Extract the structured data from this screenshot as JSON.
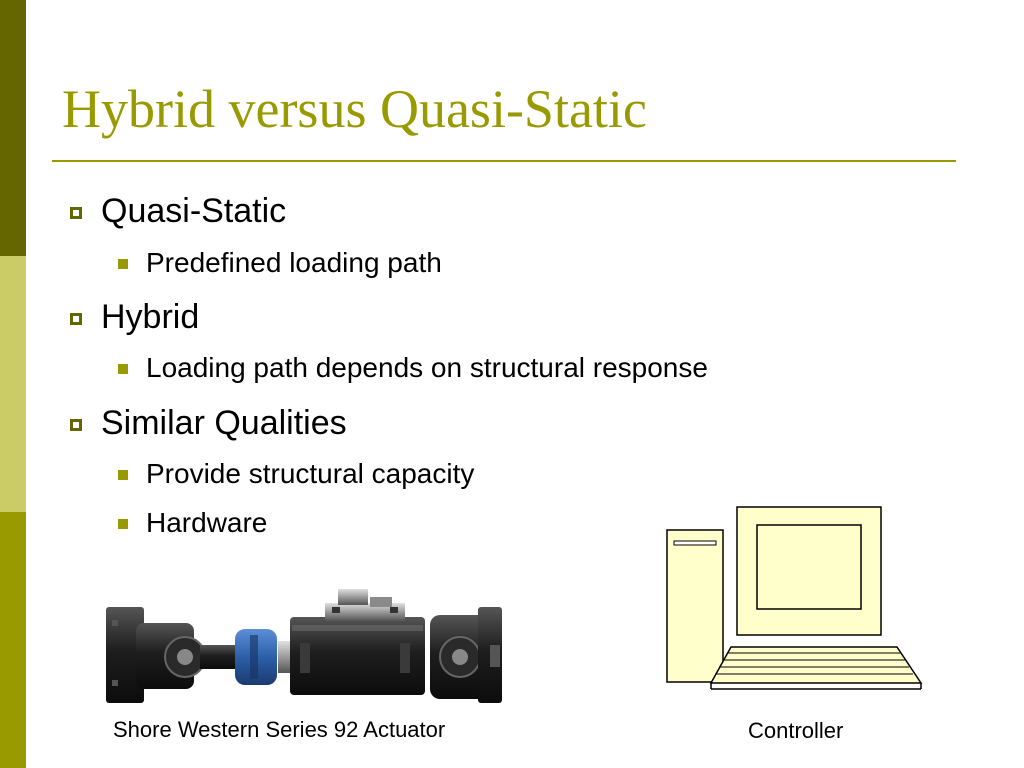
{
  "slide": {
    "title": "Hybrid versus Quasi-Static",
    "bullets": [
      {
        "text": "Quasi-Static",
        "subs": [
          "Predefined loading path"
        ]
      },
      {
        "text": "Hybrid",
        "subs": [
          "Loading path depends on structural response"
        ]
      },
      {
        "text": "Similar Qualities",
        "subs": [
          "Provide structural capacity",
          "Hardware"
        ]
      }
    ],
    "images": {
      "actuator_caption": "Shore Western Series 92 Actuator",
      "controller_caption": "Controller"
    }
  },
  "colors": {
    "accent": "#999900",
    "dark_olive": "#666600",
    "light_olive": "#cccc66",
    "computer_fill": "#ffffcc"
  },
  "icons": {
    "level1_bullet": "hollow-square-icon",
    "level2_bullet": "solid-square-icon"
  }
}
